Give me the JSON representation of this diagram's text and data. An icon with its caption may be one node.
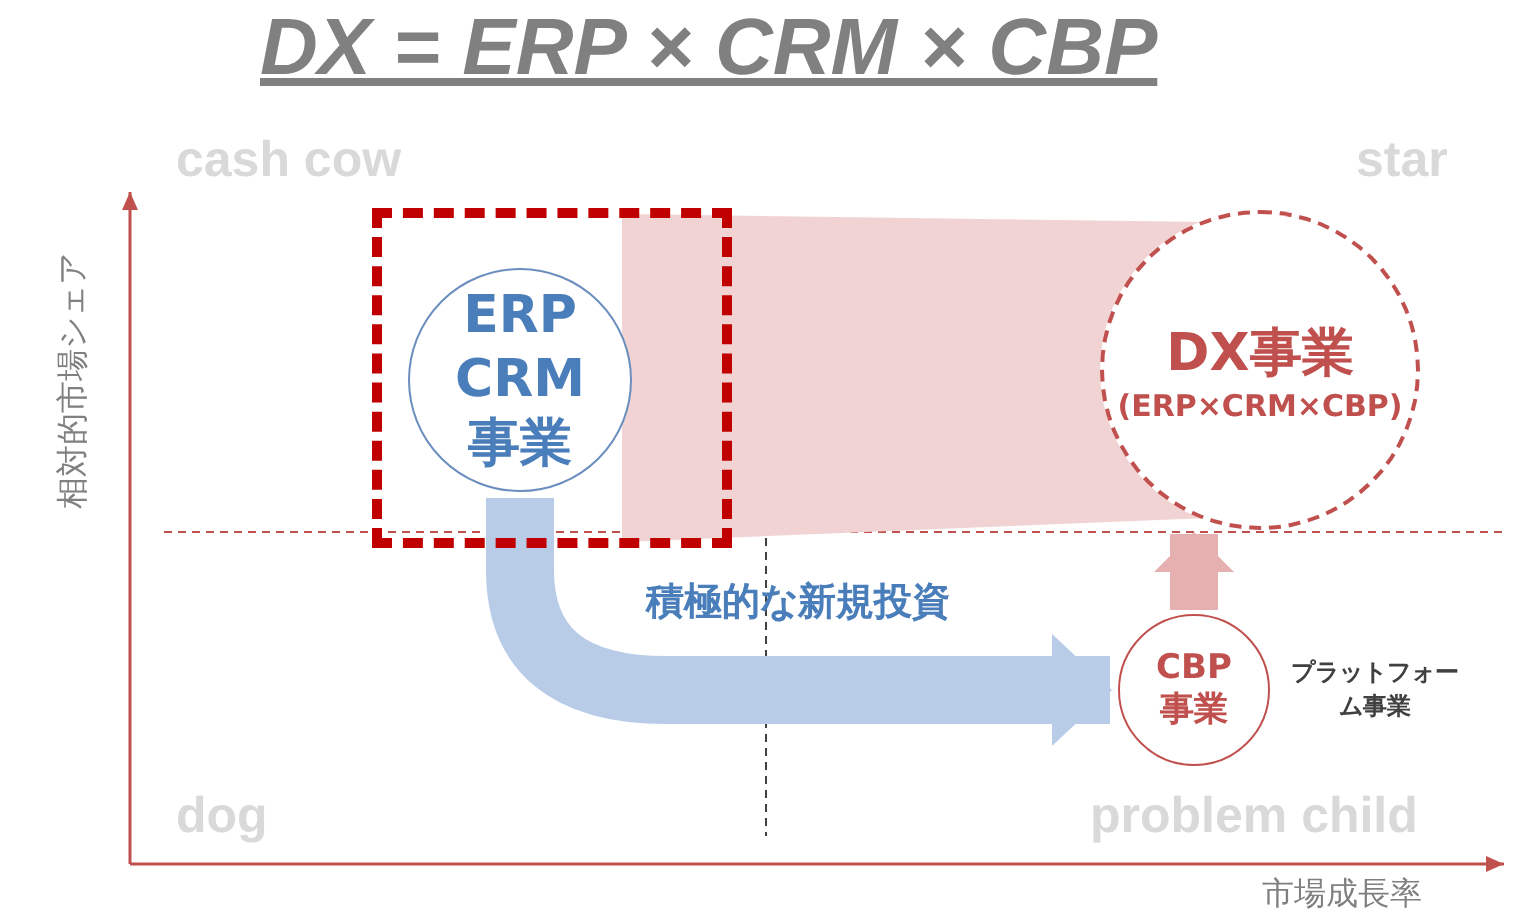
{
  "diagram": {
    "title": "DX = ERP × CRM × CBP",
    "nodes": [
      {
        "text": [],
        "shape": "box"
      },
      {
        "text": [
          "ERP CRM 事業"
        ],
        "in": 0
      },
      {
        "text": [
          "DX事業",
          "(ERP×CRM×CBP)"
        ]
      },
      {
        "text": [
          "CBP 事業"
        ],
        "beside": [
          "プラットフォーム事業"
        ]
      }
    ],
    "edges": [
      {
        "from": 0,
        "to": 2,
        "arrow": "none",
        "color": "#f2d3d3"
      },
      {
        "from": 1,
        "to": 3,
        "arrow": "to",
        "label": "積極的な新規投資",
        "color": "#b8cce8"
      },
      {
        "from": 3,
        "to": 2,
        "arrow": "to",
        "color": "#e6b0b0"
      }
    ],
    "labels": [
      "cash cow",
      "star",
      "相対的市場シェア",
      "dog",
      "problem child",
      "市場成長率"
    ]
  }
}
